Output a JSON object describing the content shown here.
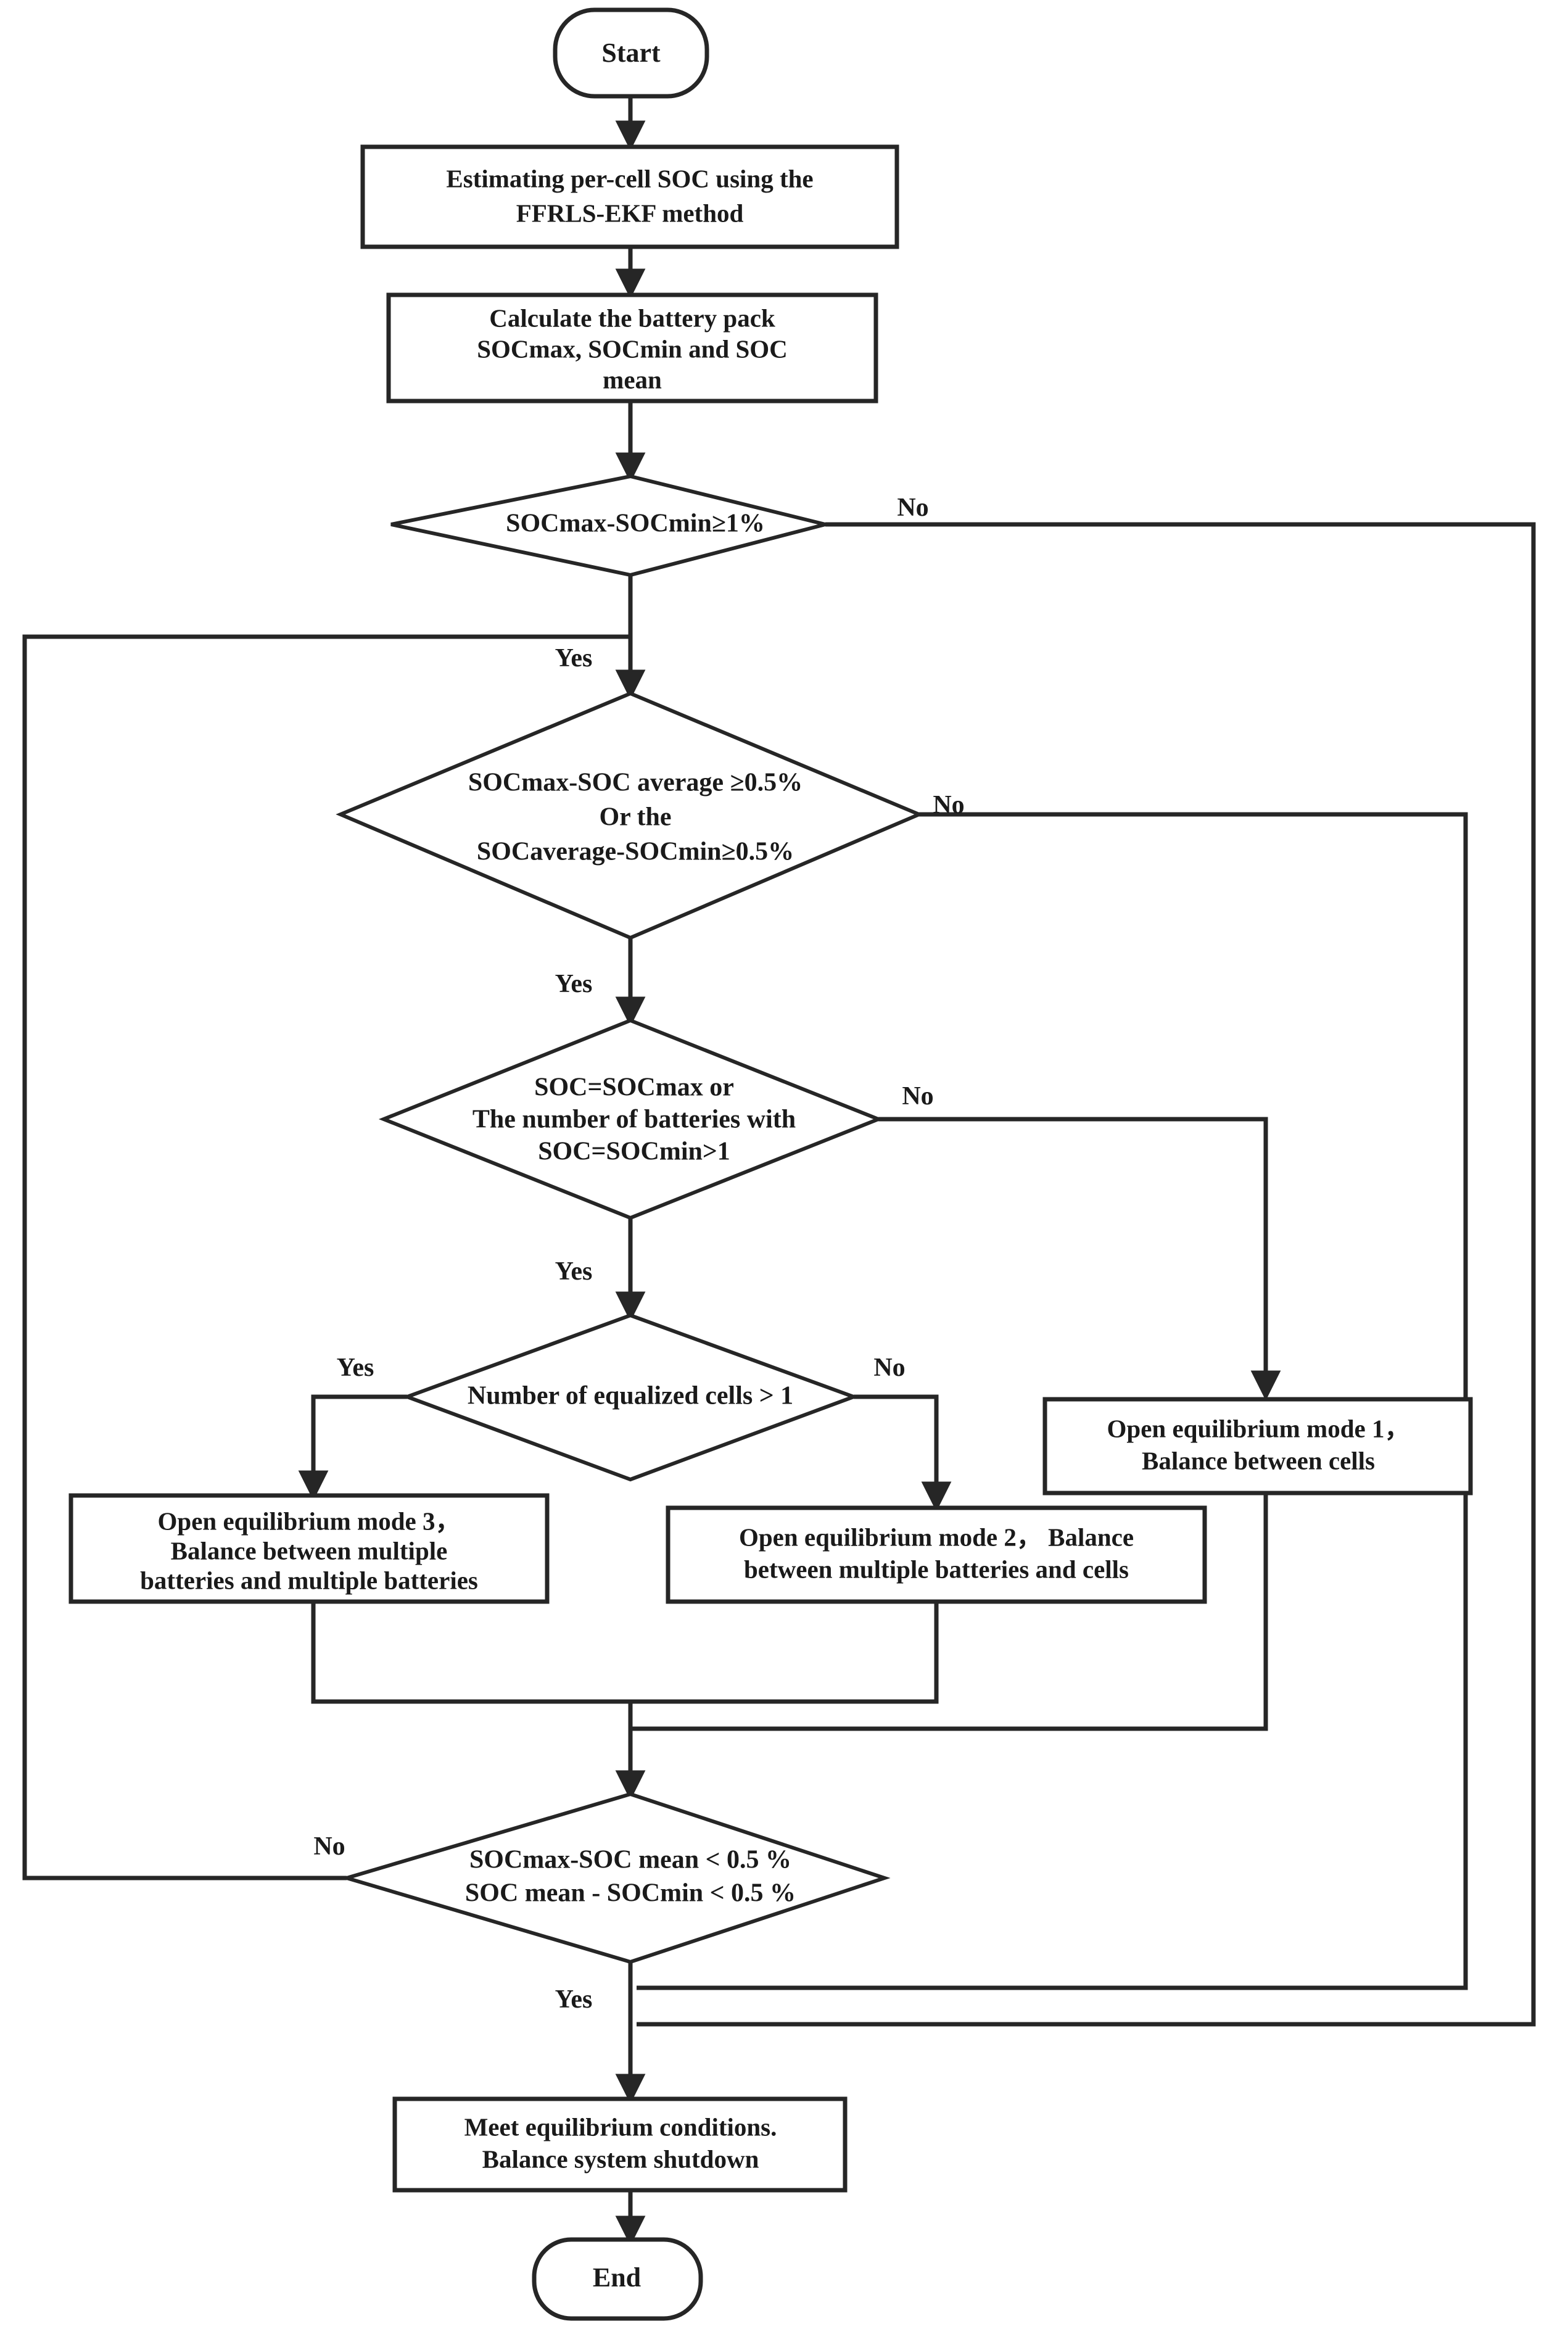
{
  "diagram": {
    "title": "SOC-based battery pack equalization control flowchart",
    "colors": {
      "stroke": "#262626",
      "fill": "#ffffff",
      "text": "#1a1a1a"
    },
    "nodes": {
      "start": {
        "label": "Start",
        "type": "terminator"
      },
      "estimate_soc": {
        "type": "process",
        "line1": "Estimating per-cell SOC using the",
        "line2": "FFRLS-EKF method"
      },
      "calculate_pack": {
        "type": "process",
        "line1": "Calculate the battery pack",
        "line2": "SOCmax, SOCmin and SOC",
        "line3": "mean"
      },
      "decision_1": {
        "type": "decision",
        "line1": "SOCmax-SOCmin≥1%"
      },
      "decision_2": {
        "type": "decision",
        "line1": "SOCmax-SOC average ≥0.5%",
        "line2": "Or the",
        "line3": "SOCaverage-SOCmin≥0.5%"
      },
      "decision_3": {
        "type": "decision",
        "line1": "SOC=SOCmax or",
        "line2": "The number of batteries with",
        "line3": "SOC=SOCmin>1"
      },
      "decision_4": {
        "type": "decision",
        "line1": "Number of equalized cells > 1"
      },
      "mode_3": {
        "type": "process",
        "line1": "Open equilibrium mode 3，",
        "line2": "Balance between multiple",
        "line3": "batteries and multiple batteries"
      },
      "mode_2": {
        "type": "process",
        "line1": "Open equilibrium mode 2，  Balance",
        "line2": "between multiple batteries and cells"
      },
      "mode_1": {
        "type": "process",
        "line1": "Open equilibrium mode 1，",
        "line2": "Balance between cells"
      },
      "decision_5": {
        "type": "decision",
        "line1": "SOCmax-SOC mean < 0.5 %",
        "line2": "SOC mean - SOCmin < 0.5 %"
      },
      "shutdown": {
        "type": "process",
        "line1": "Meet equilibrium conditions.",
        "line2": "Balance system shutdown"
      },
      "end": {
        "label": "End",
        "type": "terminator"
      }
    },
    "edge_labels": {
      "d1_no": "No",
      "d1_yes": "Yes",
      "d2_no": "No",
      "d2_yes": "Yes",
      "d3_no": "No",
      "d3_yes": "Yes",
      "d4_yes": "Yes",
      "d4_no": "No",
      "d5_no": "No",
      "d5_yes": "Yes"
    }
  }
}
